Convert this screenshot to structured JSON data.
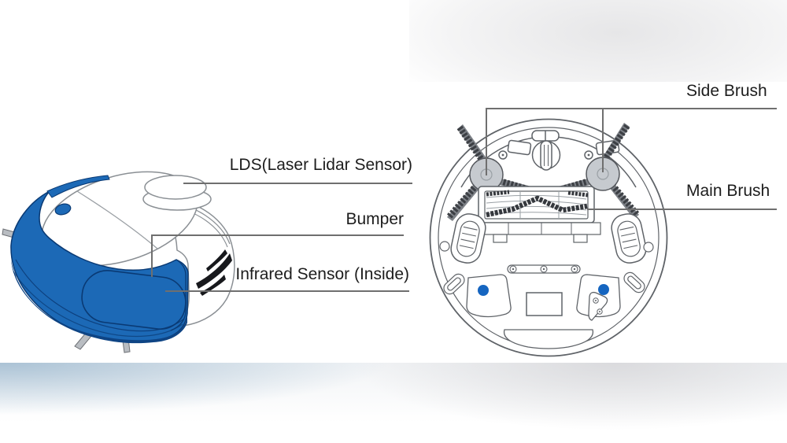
{
  "labels": {
    "lds": "LDS(Laser Lidar Sensor)",
    "bumper": "Bumper",
    "infrared_sensor": "Infrared Sensor (Inside)",
    "side_brush": "Side Brush",
    "main_brush": "Main Brush"
  },
  "colors": {
    "bumper_blue": "#1c69b6",
    "bumper_shadow": "#0e4484",
    "bumper_outline": "#0a3a74",
    "sensor_dot_blue": "#1565c0",
    "brush_hub_gray": "#c6cacf",
    "line_art_gray": "#5f6368",
    "leader_line_gray": "#6f6f6f",
    "label_text": "#1d1d1d",
    "grille_dark": "#17181c"
  },
  "illustrations": {
    "left": "robot-vacuum-perspective-view",
    "right": "robot-vacuum-bottom-view"
  }
}
